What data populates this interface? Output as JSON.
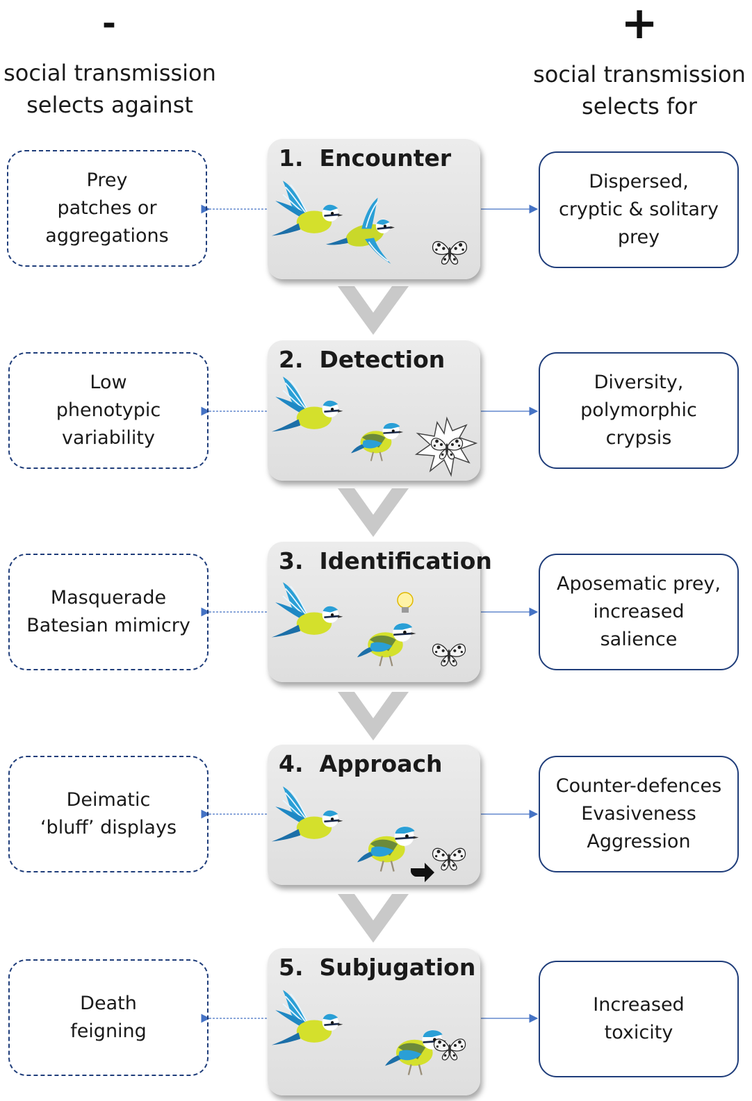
{
  "headers": {
    "negative_sign": "-",
    "negative_line1": "social transmission",
    "negative_line2": "selects against",
    "positive_sign": "+",
    "positive_line1": "social transmission",
    "positive_line2": "selects for"
  },
  "stages": [
    {
      "number": "1.",
      "name": "Encounter",
      "against": [
        "Prey",
        "patches or",
        "aggregations"
      ],
      "for": [
        "Dispersed,",
        "cryptic & solitary",
        "prey"
      ]
    },
    {
      "number": "2.",
      "name": "Detection",
      "against": [
        "Low",
        "phenotypic",
        "variability"
      ],
      "for": [
        "Diversity,",
        "polymorphic",
        "crypsis"
      ]
    },
    {
      "number": "3.",
      "name": "Identification",
      "against": [
        "Masquerade",
        "Batesian mimicry"
      ],
      "for": [
        "Aposematic prey,",
        "increased",
        "salience"
      ]
    },
    {
      "number": "4.",
      "name": "Approach",
      "against": [
        "Deimatic",
        "‘bluff’ displays"
      ],
      "for": [
        "Counter-defences",
        "Evasiveness",
        "Aggression"
      ]
    },
    {
      "number": "5.",
      "name": "Subjugation",
      "against": [
        "Death",
        "feigning"
      ],
      "for": [
        "Increased",
        "toxicity"
      ]
    }
  ],
  "colors": {
    "box_border": "#1f3d7a",
    "connector": "#4472c4",
    "chevron": "#c8c8c8",
    "stage_fill": "#e3e3e3",
    "bird_blue": "#2a9fd6",
    "bird_yellow": "#d4e02c"
  },
  "icons": [
    "flying-bird-icon",
    "perched-bird-icon",
    "moth-icon",
    "starburst-icon",
    "lightbulb-icon",
    "arrow-right-icon",
    "chevron-down-icon"
  ]
}
